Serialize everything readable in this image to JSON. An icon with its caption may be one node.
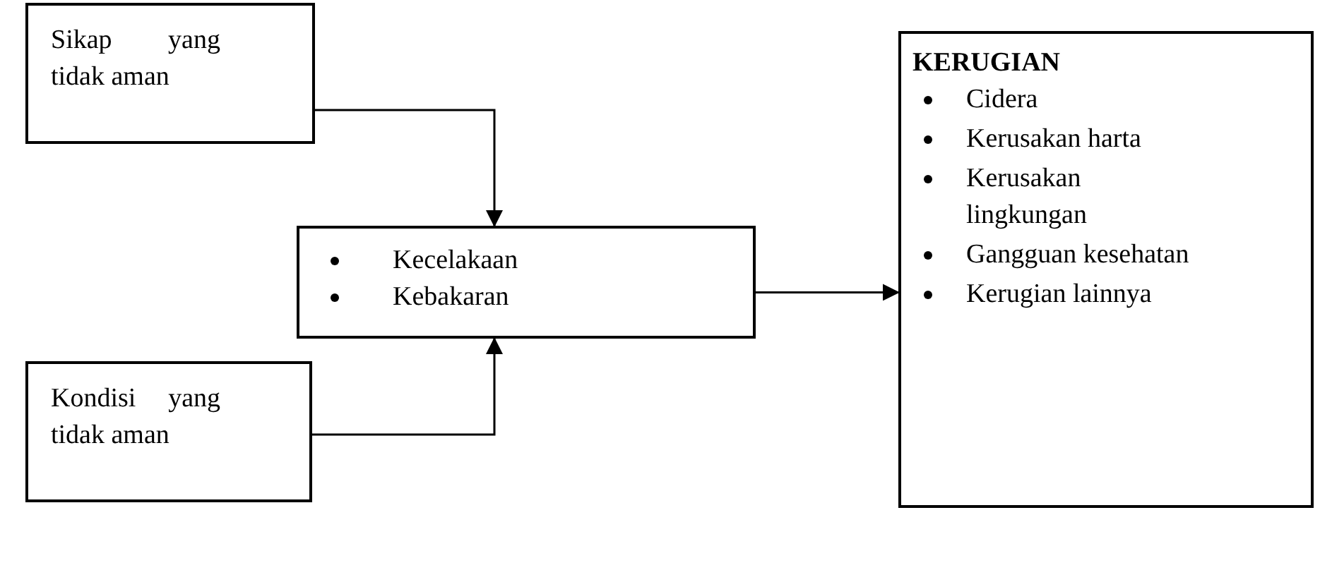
{
  "diagram": {
    "nodes": [
      {
        "text": [
          "Sikap yang tidak aman"
        ]
      },
      {
        "text": [
          "Kondisi yang tidak aman"
        ]
      },
      {
        "text": [
          "Kecelakaan",
          "Kebakaran"
        ]
      },
      {
        "text": [
          "KERUGIAN",
          "Cidera",
          "Kerusakan harta",
          "Kerusakan lingkungan",
          "Gangguan kesehatan",
          "Kerugian lainnya"
        ]
      }
    ],
    "edges": [
      {
        "from": 0,
        "to": 2,
        "arrow": "to"
      },
      {
        "from": 1,
        "to": 2,
        "arrow": "to"
      },
      {
        "from": 2,
        "to": 3,
        "arrow": "to"
      }
    ]
  }
}
